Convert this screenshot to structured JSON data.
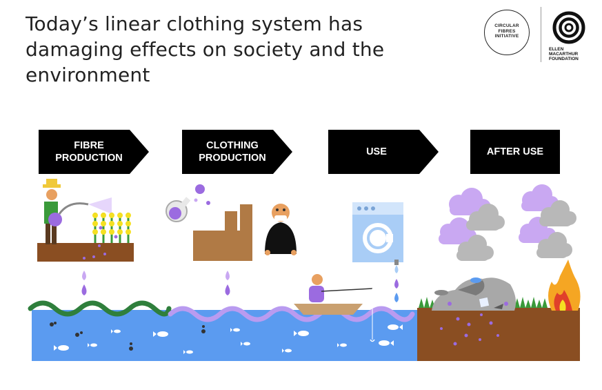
{
  "title": "Today’s linear clothing system has damaging effects on society and the environment",
  "logos": {
    "cfi_text": "CIRCULAR\nFIBRES\nINITIATIVE",
    "emf_text": "ELLEN\nMACARTHUR\nFOUNDATION"
  },
  "stages": [
    {
      "label": "FIBRE\nPRODUCTION"
    },
    {
      "label": "CLOTHING\nPRODUCTION"
    },
    {
      "label": "USE"
    },
    {
      "label": "AFTER USE"
    }
  ],
  "colors": {
    "black": "#000000",
    "water": "#5b9bf0",
    "wave_green": "#2f7f3c",
    "wave_purple": "#b99bf0",
    "purple": "#9b6be0",
    "soil": "#8a4e22",
    "grass": "#3a9a3a",
    "cloud_purple": "#c9a8f2",
    "cloud_gray": "#b8b8b8",
    "flame_orange": "#f5a623",
    "flame_red": "#e0402a",
    "factory": "#b07a45",
    "washer": "#a9cdf6",
    "boat": "#c9a070"
  }
}
